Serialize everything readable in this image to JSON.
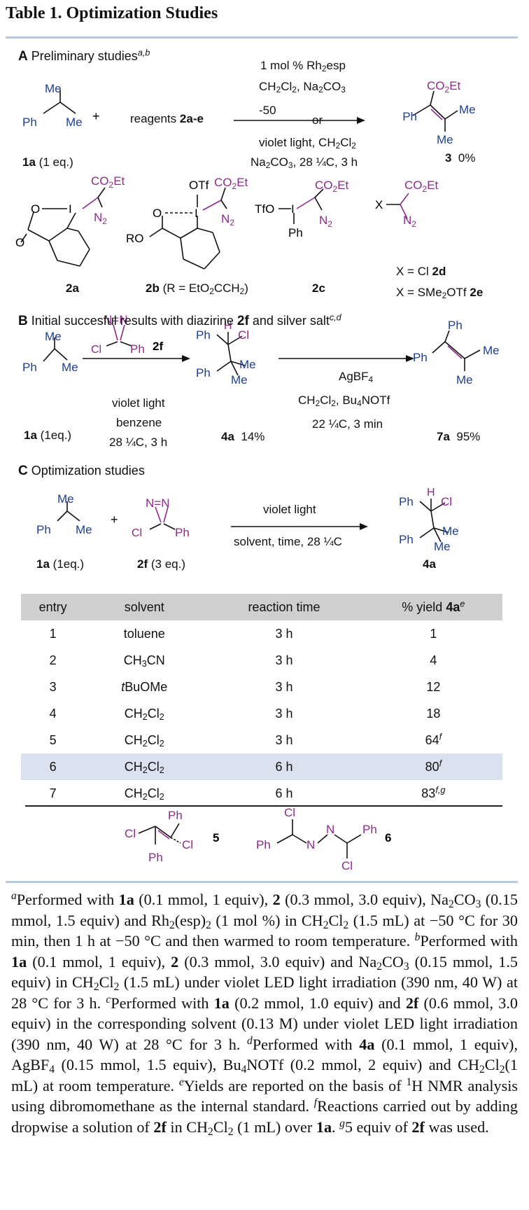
{
  "title": "Table 1. Optimization Studies",
  "sectionA": {
    "letter": "A",
    "label": "Preliminary studies",
    "sup": "a,b",
    "cond1": "1 mol % Rh",
    "cond1b": "esp",
    "cond2": "CH",
    "cond2b": "Cl",
    "cond2c": ", Na",
    "cond2d": "CO",
    "cond3": "-50",
    "cond3b": "or",
    "cond4": "violet light, CH",
    "cond4b": "Cl",
    "cond5": "Na",
    "cond5b": "CO",
    "cond5c": ", 28 ¼C, 3 h",
    "sm": "1a",
    "sm_eq": "(1 eq.)",
    "reagents": "reagents",
    "reagents_b": "2a-e",
    "product": "3",
    "product_yield": "0%",
    "labels": [
      "2a",
      "2b",
      "2c"
    ],
    "label_2b_r": "(R = EtO",
    "label_2b_r2": "CCH",
    "label_2b_r3": ")",
    "x_2d": "X = Cl",
    "x_2d_b": "2d",
    "x_2e": "X = SMe",
    "x_2e_mid": "OTf",
    "x_2e_b": "2e"
  },
  "sectionB": {
    "letter": "B",
    "label": "Initial succesful results with diazirine",
    "label_b": "2f",
    "label_c": "and silver salt",
    "sup": "c,d",
    "cond1": "violet light",
    "cond2": "benzene",
    "cond3": "28 ¼C, 3 h",
    "sm": "1a",
    "sm_eq": "(1eq.)",
    "int": "4a",
    "int_yield": "14%",
    "reagent": "AgBF",
    "cond_b1": "CH",
    "cond_b2": ", Bu",
    "cond_b3": "NOTf",
    "cond_b4": "22 ¼C, 3 min",
    "product": "7a",
    "product_yield": "95%",
    "diaz_label": "2f"
  },
  "sectionC": {
    "letter": "C",
    "label": "Optimization studies",
    "cond1": "violet light",
    "cond2": "solvent, time, 28 ¼C",
    "sm": "1a",
    "sm_eq": "(1eq.)",
    "reagent": "2f",
    "reagent_eq": "(3 eq.)",
    "product": "4a"
  },
  "table": {
    "headers": [
      "entry",
      "solvent",
      "reaction time",
      "% yield"
    ],
    "header_yield_b": "4a",
    "header_yield_sup": "e",
    "rows": [
      {
        "entry": "1",
        "solvent": "toluene",
        "time": "3 h",
        "yield": "1",
        "sup": ""
      },
      {
        "entry": "2",
        "solvent": "CH3CN",
        "time": "3 h",
        "yield": "4",
        "sup": ""
      },
      {
        "entry": "3",
        "solvent": "tBuOMe",
        "time": "3 h",
        "yield": "12",
        "sup": ""
      },
      {
        "entry": "4",
        "solvent": "CH2Cl2",
        "time": "3 h",
        "yield": "18",
        "sup": ""
      },
      {
        "entry": "5",
        "solvent": "CH2Cl2",
        "time": "3 h",
        "yield": "64",
        "sup": "f"
      },
      {
        "entry": "6",
        "solvent": "CH2Cl2",
        "time": "6 h",
        "yield": "80",
        "sup": "f"
      },
      {
        "entry": "7",
        "solvent": "CH2Cl2",
        "time": "6 h",
        "yield": "83",
        "sup": "f,g"
      }
    ]
  },
  "byproducts": [
    "5",
    "6"
  ],
  "footnotes": {
    "a": "Performed with 1a (0.1 mmol, 1 equiv), 2 (0.3 mmol, 3.0 equiv), Na2CO3 (0.15 mmol, 1.5 equiv) and Rh2(esp)2 (1 mol %) in CH2Cl2 (1.5 mL) at −50 °C for 30 min, then 1 h at −50 °C and then warmed to room temperature.",
    "b": "Performed with 1a (0.1 mmol, 1 equiv), 2 (0.3 mmol, 3.0 equiv) and Na2CO3 (0.15 mmol, 1.5 equiv) in CH2Cl2 (1.5 mL) under violet LED light irradiation (390 nm, 40 W) at 28 °C for 3 h.",
    "c": "Performed with 1a (0.2 mmol, 1.0 equiv) and 2f (0.6 mmol, 3.0 equiv) in the corresponding solvent (0.13 M) under violet LED light irradiation (390 nm, 40 W) at 28 °C for 3 h.",
    "d": "Performed with 4a (0.1 mmol, 1 equiv), AgBF4 (0.15 mmol, 1.5 equiv), Bu4NOTf (0.2 mmol, 2 equiv) and CH2Cl2(1 mL) at room temperature.",
    "e": "Yields are reported on the basis of 1H NMR analysis using dibromomethane as the internal standard.",
    "f": "Reactions carried out by adding dropwise a solution of 2f in CH2Cl2 (1 mL) over 1a.",
    "g": "5 equiv of 2f was used."
  },
  "colors": {
    "purple": "#8a2b8a",
    "blue": "#1f3f8f",
    "rule": "#b9c9dc",
    "highlight": "#d9e2ee",
    "header_bg": "#cfcfcf"
  }
}
